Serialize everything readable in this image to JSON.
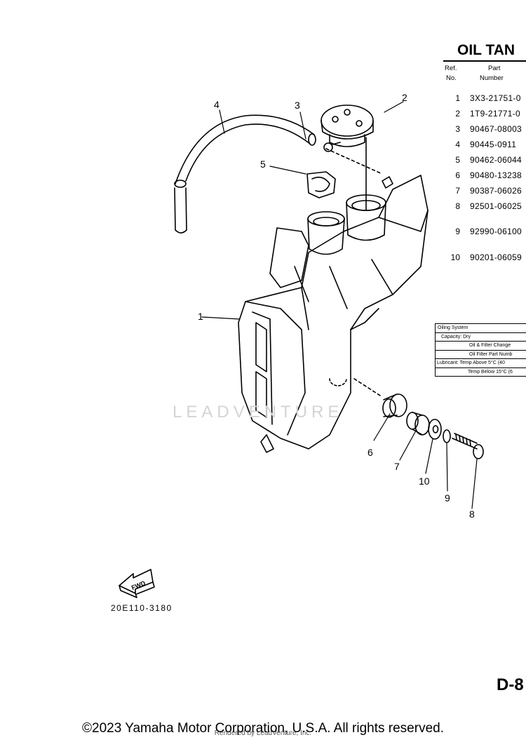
{
  "header": {
    "title": "OIL TAN",
    "col_ref_line1": "Ref.",
    "col_ref_line2": "No.",
    "col_part_line1": "Part",
    "col_part_line2": "Number"
  },
  "parts": [
    {
      "ref": "1",
      "part_number": "3X3-21751-0"
    },
    {
      "ref": "2",
      "part_number": "1T9-21771-0"
    },
    {
      "ref": "3",
      "part_number": "90467-08003"
    },
    {
      "ref": "4",
      "part_number": "90445-0911"
    },
    {
      "ref": "5",
      "part_number": "90462-06044"
    },
    {
      "ref": "6",
      "part_number": "90480-13238"
    },
    {
      "ref": "7",
      "part_number": "90387-06026"
    },
    {
      "ref": "8",
      "part_number": "92501-06025"
    },
    {
      "ref": "9",
      "part_number": "92990-06100"
    },
    {
      "ref": "10",
      "part_number": "90201-06059"
    }
  ],
  "spec_table": {
    "rows": [
      "Oiling System",
      "Capacity: Dry",
      "Oil & Filter Change",
      "Oil Filter Part Numb",
      "Lubricant: Temp Above 5°C (40",
      "Temp Below 15°C (6"
    ]
  },
  "diagram": {
    "callouts": [
      "1",
      "2",
      "3",
      "4",
      "5",
      "6",
      "7",
      "8",
      "9",
      "10"
    ],
    "fwd_label": "FWD",
    "figure_code": "20E110-3180",
    "watermark": "LEADVENTURE"
  },
  "footer": {
    "page_code": "D-8",
    "copyright": "©2023 Yamaha Motor Corporation, U.S.A. All rights reserved.",
    "rendered_by": "Rendered by LeadVenture, Inc."
  }
}
